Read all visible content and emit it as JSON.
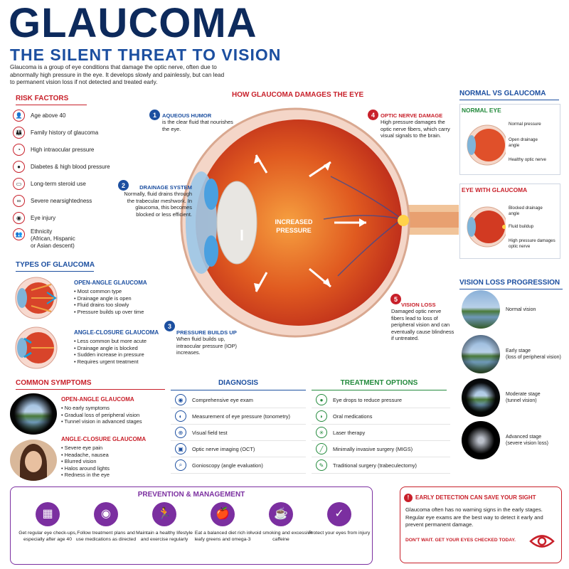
{
  "header": {
    "title": "GLAUCOMA",
    "subtitle": "THE SILENT THREAT TO VISION",
    "intro": "Glaucoma is a group of eye conditions that damage the optic nerve, often due to abnormally high pressure in the eye. It develops slowly and painlessly, but can lead to permanent vision loss if not detected and treated early."
  },
  "risk": {
    "title": "RISK FACTORS",
    "items": [
      {
        "label": "Age above 40",
        "icon": "age-icon"
      },
      {
        "label": "Family history of glaucoma",
        "icon": "family-icon"
      },
      {
        "label": "High intraocular pressure",
        "icon": "gauge-icon"
      },
      {
        "label": "Diabetes & high blood pressure",
        "icon": "drop-icon"
      },
      {
        "label": "Long-term steroid use",
        "icon": "pill-icon"
      },
      {
        "label": "Severe nearsightedness",
        "icon": "glasses-icon"
      },
      {
        "label": "Eye injury",
        "icon": "eye-icon"
      },
      {
        "label": "Ethnicity\n(African, Hispanic\nor Asian descent)",
        "icon": "people-icon"
      }
    ]
  },
  "types": {
    "title": "TYPES OF GLAUCOMA",
    "open": {
      "title": "OPEN-ANGLE GLAUCOMA",
      "items": [
        "Most common type",
        "Drainage angle is open",
        "Fluid drains too slowly",
        "Pressure builds up over time"
      ]
    },
    "closed": {
      "title": "ANGLE-CLOSURE GLAUCOMA",
      "items": [
        "Less common but more acute",
        "Drainage angle is blocked",
        "Sudden increase in pressure",
        "Requires urgent treatment"
      ]
    }
  },
  "eye": {
    "title": "HOW GLAUCOMA DAMAGES THE EYE",
    "center": "INCREASED\nPRESSURE",
    "callouts": [
      {
        "n": "1",
        "head": "AQUEOUS HUMOR",
        "text": "is the clear fluid that nourishes the eye."
      },
      {
        "n": "2",
        "head": "DRAINAGE SYSTEM",
        "text": "Normally, fluid drains through the trabecular meshwork. In glaucoma, this becomes blocked or less efficient."
      },
      {
        "n": "3",
        "head": "PRESSURE BUILDS UP",
        "text": "When fluid builds up, intraocular pressure (IOP) increases."
      },
      {
        "n": "4",
        "head": "OPTIC NERVE DAMAGE",
        "text": "High pressure damages the optic nerve fibers, which carry visual signals to the brain."
      },
      {
        "n": "5",
        "head": "VISION LOSS",
        "text": "Damaged optic nerve fibers lead to loss of peripheral vision and can eventually cause blindness if untreated."
      }
    ]
  },
  "normal": {
    "title": "NORMAL VS GLAUCOMA",
    "normal_eye": {
      "title": "NORMAL EYE",
      "labels": [
        "Normal pressure",
        "Open drainage angle",
        "Healthy optic nerve"
      ]
    },
    "glaucoma_eye": {
      "title": "EYE WITH GLAUCOMA",
      "labels": [
        "Blocked drainage angle",
        "Fluid buildup",
        "High pressure damages optic nerve"
      ]
    }
  },
  "progression": {
    "title": "VISION LOSS PROGRESSION",
    "stages": [
      {
        "label": "Normal vision",
        "level": 0
      },
      {
        "label": "Early stage\n(loss of peripheral vision)",
        "level": 1
      },
      {
        "label": "Moderate stage\n(tunnel vision)",
        "level": 2
      },
      {
        "label": "Advanced stage\n(severe vision loss)",
        "level": 3
      }
    ]
  },
  "symptoms": {
    "title": "COMMON SYMPTOMS",
    "open": {
      "title": "OPEN-ANGLE GLAUCOMA",
      "items": [
        "No early symptoms",
        "Gradual loss of peripheral vision",
        "Tunnel vision in advanced stages"
      ]
    },
    "closed": {
      "title": "ANGLE-CLOSURE GLAUCOMA",
      "items": [
        "Severe eye pain",
        "Headache, nausea",
        "Blurred vision",
        "Halos around lights",
        "Redness in the eye"
      ]
    }
  },
  "diagnosis": {
    "title": "DIAGNOSIS",
    "items": [
      "Comprehensive eye exam",
      "Measurement of eye pressure (tonometry)",
      "Visual field test",
      "Optic nerve imaging (OCT)",
      "Gonioscopy (angle evaluation)"
    ]
  },
  "treatment": {
    "title": "TREATMENT OPTIONS",
    "items": [
      "Eye drops to reduce pressure",
      "Oral medications",
      "Laser therapy",
      "Minimally invasive surgery (MIGS)",
      "Traditional surgery (trabeculectomy)"
    ]
  },
  "prevention": {
    "title": "PREVENTION & MANAGEMENT",
    "items": [
      {
        "label": "Get regular eye check-ups, especially after age 40",
        "icon": "calendar-icon"
      },
      {
        "label": "Follow treatment plans and use medications as directed",
        "icon": "eye-icon"
      },
      {
        "label": "Maintain a healthy lifestyle and exercise regularly",
        "icon": "runner-icon"
      },
      {
        "label": "Eat a balanced diet rich in leafy greens and omega-3",
        "icon": "food-icon"
      },
      {
        "label": "Avoid smoking and excessive caffeine",
        "icon": "cup-icon"
      },
      {
        "label": "Protect your eyes from injury",
        "icon": "shield-icon"
      }
    ]
  },
  "early": {
    "title": "EARLY DETECTION CAN SAVE YOUR SIGHT",
    "text": "Glaucoma often has no warning signs in the early stages. Regular eye exams are the best way to detect it early and prevent permanent damage.",
    "cta": "DON'T WAIT. GET YOUR EYES CHECKED TODAY."
  },
  "colors": {
    "navy": "#0d2a5c",
    "blue": "#1c4fa0",
    "red": "#c8202a",
    "green": "#238a3c",
    "purple": "#7b2fa0"
  }
}
